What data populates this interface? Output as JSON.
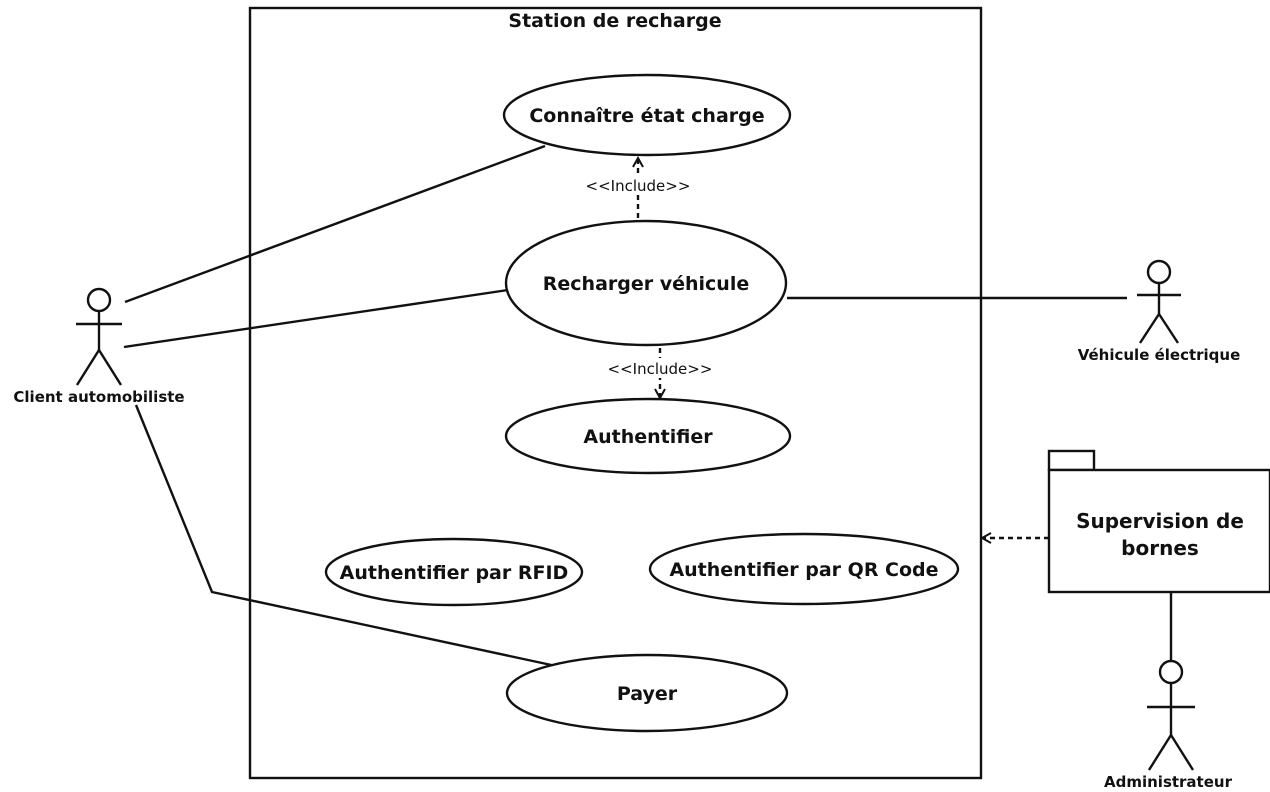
{
  "system": {
    "title": "Station de recharge"
  },
  "use_cases": {
    "connaitre": "Connaître état charge",
    "recharger": "Recharger véhicule",
    "authentifier": "Authentifier",
    "auth_rfid": "Authentifier par RFID",
    "auth_qr": "Authentifier par QR Code",
    "payer": "Payer"
  },
  "relations": {
    "include_top": "<<Include>>",
    "include_bottom": "<<Include>>"
  },
  "actors": {
    "client": "Client automobiliste",
    "vehicule": "Véhicule électrique",
    "admin": "Administrateur"
  },
  "package": {
    "line1": "Supervision de",
    "line2": "bornes"
  }
}
